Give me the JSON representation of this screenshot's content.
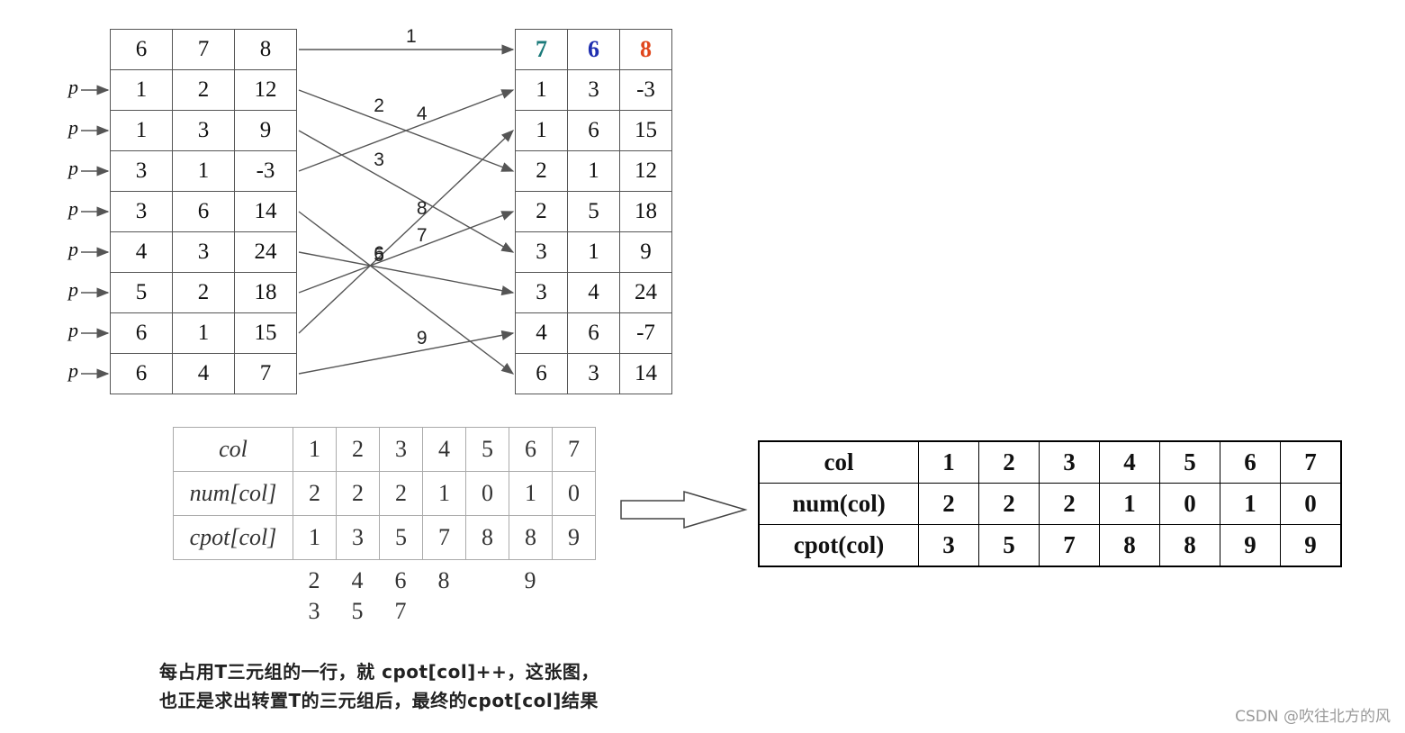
{
  "left_table": {
    "header": [
      "6",
      "7",
      "8"
    ],
    "rows": [
      [
        "1",
        "2",
        "12"
      ],
      [
        "1",
        "3",
        "9"
      ],
      [
        "3",
        "1",
        "-3"
      ],
      [
        "3",
        "6",
        "14"
      ],
      [
        "4",
        "3",
        "24"
      ],
      [
        "5",
        "2",
        "18"
      ],
      [
        "6",
        "1",
        "15"
      ],
      [
        "6",
        "4",
        "7"
      ]
    ]
  },
  "pointer_label": "p",
  "right_table": {
    "header": [
      {
        "text": "7",
        "color": "#1a7a7a"
      },
      {
        "text": "6",
        "color": "#1f2fb0"
      },
      {
        "text": "8",
        "color": "#e0461c"
      }
    ],
    "rows": [
      [
        "1",
        "3",
        "-3"
      ],
      [
        "1",
        "6",
        "15"
      ],
      [
        "2",
        "1",
        "12"
      ],
      [
        "2",
        "5",
        "18"
      ],
      [
        "3",
        "1",
        "9"
      ],
      [
        "3",
        "4",
        "24"
      ],
      [
        "4",
        "6",
        "-7"
      ],
      [
        "6",
        "3",
        "14"
      ]
    ]
  },
  "arrows": [
    {
      "label": "1",
      "from_row": 0,
      "to_row": 0
    },
    {
      "label": "2",
      "from_row": 1,
      "to_row": 3
    },
    {
      "label": "3",
      "from_row": 2,
      "to_row": 5
    },
    {
      "label": "4",
      "from_row": 3,
      "to_row": 1
    },
    {
      "label": "5",
      "from_row": 4,
      "to_row": 8
    },
    {
      "label": "6",
      "from_row": 5,
      "to_row": 6
    },
    {
      "label": "7",
      "from_row": 6,
      "to_row": 4
    },
    {
      "label": "8",
      "from_row": 7,
      "to_row": 2
    },
    {
      "label": "9",
      "from_row": 8,
      "to_row": 7
    }
  ],
  "mid_table": {
    "row_headers": [
      "col",
      "num[col]",
      "cpot[col]"
    ],
    "col": [
      "1",
      "2",
      "3",
      "4",
      "5",
      "6",
      "7"
    ],
    "num": [
      "2",
      "2",
      "2",
      "1",
      "0",
      "1",
      "0"
    ],
    "cpot": [
      "1",
      "3",
      "5",
      "7",
      "8",
      "8",
      "9"
    ],
    "increments": [
      [
        "2",
        "3"
      ],
      [
        "4",
        "5"
      ],
      [
        "6",
        "7"
      ],
      [
        "8"
      ],
      [],
      [
        "9"
      ],
      []
    ]
  },
  "result_table": {
    "row_headers": [
      "col",
      "num(col)",
      "cpot(col)"
    ],
    "col": [
      "1",
      "2",
      "3",
      "4",
      "5",
      "6",
      "7"
    ],
    "num": [
      "2",
      "2",
      "2",
      "1",
      "0",
      "1",
      "0"
    ],
    "cpot": [
      "3",
      "5",
      "7",
      "8",
      "8",
      "9",
      "9"
    ]
  },
  "caption": {
    "line1": "每占用T三元组的一行，就 cpot[col]++，这张图，",
    "line2": "也正是求出转置T的三元组后，最终的cpot[col]结果"
  },
  "watermark": "CSDN @吹往北方的风"
}
